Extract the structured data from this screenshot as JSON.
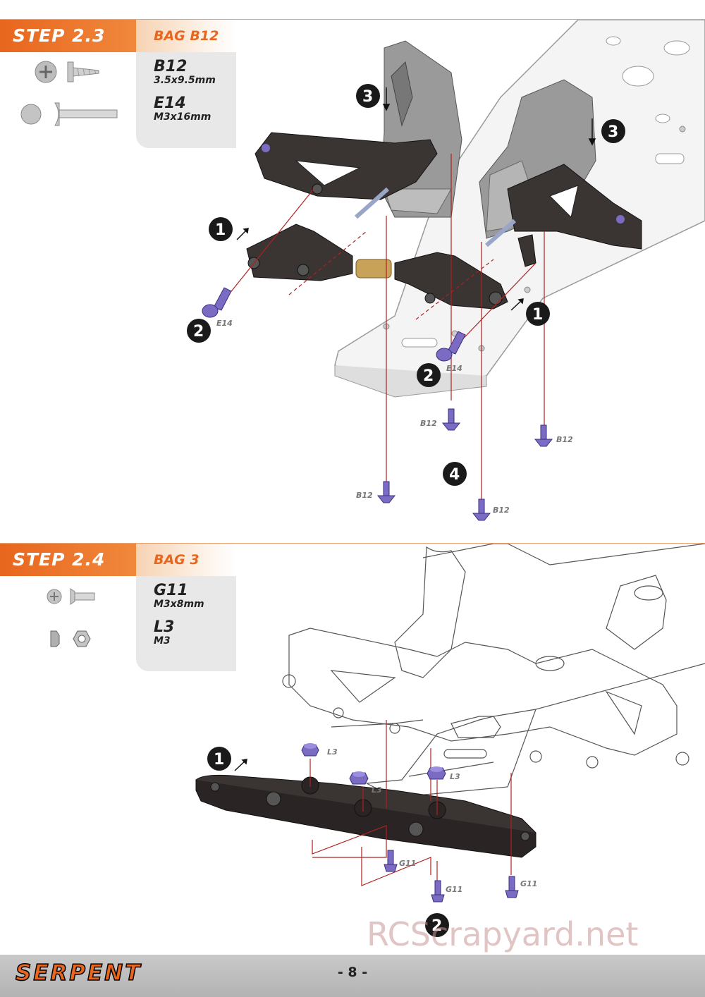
{
  "step1": {
    "step_label": "STEP 2.3",
    "bag_label": "BAG B12",
    "parts": [
      {
        "code": "B12",
        "size": "3.5x9.5mm",
        "icon": "countersunk-screw-icon"
      },
      {
        "code": "E14",
        "size": "M3x16mm",
        "icon": "button-head-screw-icon"
      }
    ],
    "callouts": {
      "n1": "1",
      "n2": "2",
      "n3": "3",
      "n4": "4"
    },
    "labels": {
      "e14": "E14",
      "b12": "B12"
    }
  },
  "step2": {
    "step_label": "STEP 2.4",
    "bag_label": "BAG 3",
    "parts": [
      {
        "code": "G11",
        "size": "M3x8mm",
        "icon": "flat-head-screw-icon"
      },
      {
        "code": "L3",
        "size": "M3",
        "icon": "nylon-nut-icon"
      }
    ],
    "callouts": {
      "n1": "1",
      "n2": "2"
    },
    "labels": {
      "l3": "L3",
      "g11": "G11"
    }
  },
  "footer": {
    "logo": "SERPENT",
    "page": "- 8 -"
  },
  "watermark": "RCScrapyard.net",
  "colors": {
    "accent": "#e8661e",
    "screw": "#7b6bc2",
    "line": "#b02020",
    "part": "#3a3433"
  }
}
